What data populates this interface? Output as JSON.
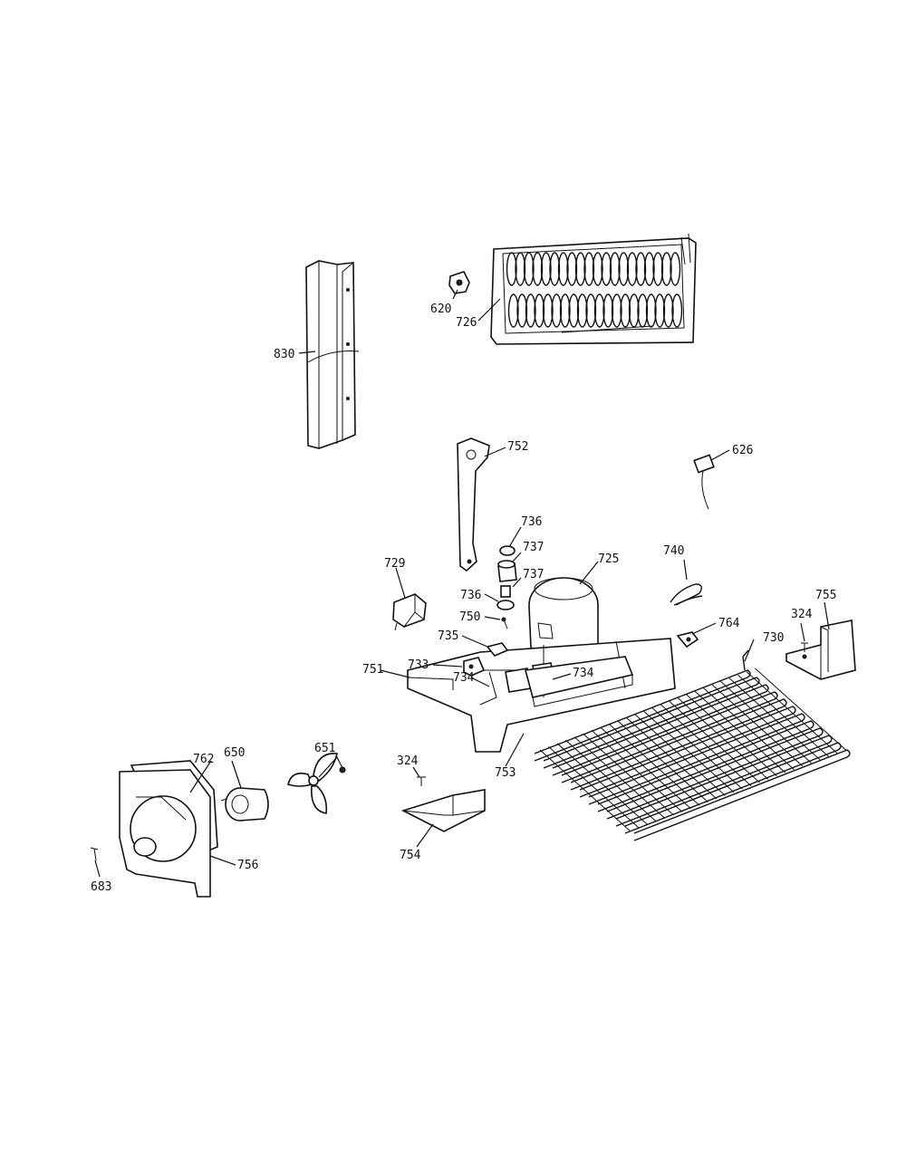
{
  "parts": [
    {
      "id": "830"
    },
    {
      "id": "620"
    },
    {
      "id": "726"
    },
    {
      "id": "752"
    },
    {
      "id": "626"
    },
    {
      "id": "736"
    },
    {
      "id": "737"
    },
    {
      "id": "737"
    },
    {
      "id": "736"
    },
    {
      "id": "725"
    },
    {
      "id": "740"
    },
    {
      "id": "729"
    },
    {
      "id": "750"
    },
    {
      "id": "735"
    },
    {
      "id": "764"
    },
    {
      "id": "755"
    },
    {
      "id": "324"
    },
    {
      "id": "730"
    },
    {
      "id": "733"
    },
    {
      "id": "734"
    },
    {
      "id": "734"
    },
    {
      "id": "751"
    },
    {
      "id": "651"
    },
    {
      "id": "762"
    },
    {
      "id": "650"
    },
    {
      "id": "324"
    },
    {
      "id": "753"
    },
    {
      "id": "754"
    },
    {
      "id": "756"
    },
    {
      "id": "683"
    }
  ]
}
